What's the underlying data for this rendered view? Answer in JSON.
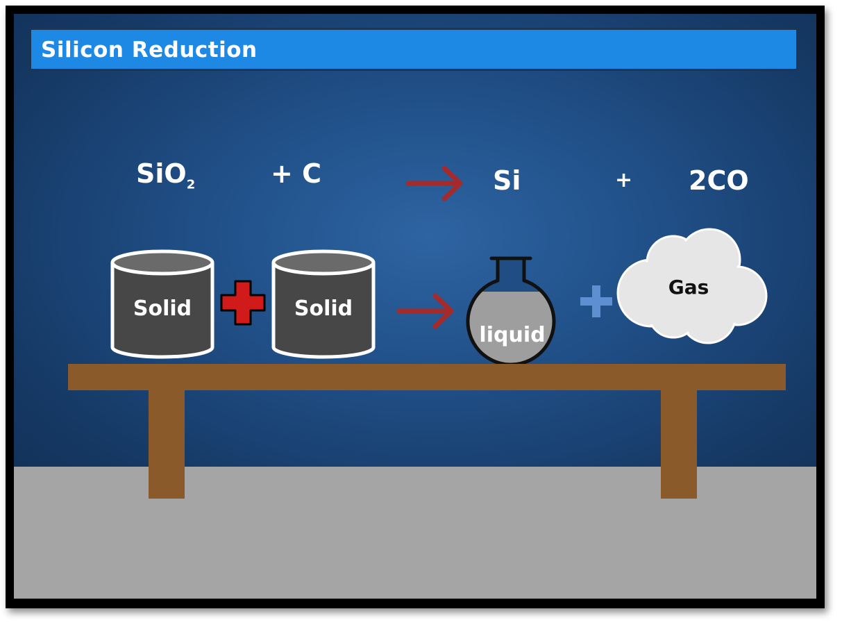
{
  "title": "Silicon Reduction",
  "equation": {
    "reactant1": "SiO",
    "reactant1_subscript": "2",
    "plus1": "+ C",
    "product1": "Si",
    "plus2": "+",
    "product2": "2CO"
  },
  "containers": {
    "solid1": "Solid",
    "solid2": "Solid",
    "liquid": "liquid",
    "gas": "Gas"
  },
  "colors": {
    "title_bar": "#1e88e5",
    "arrow": "#a52a2a",
    "red_plus": "#d11a1a",
    "blue_plus": "#5e8fd1",
    "table": "#8b5a2b",
    "floor": "#a5a5a5"
  }
}
